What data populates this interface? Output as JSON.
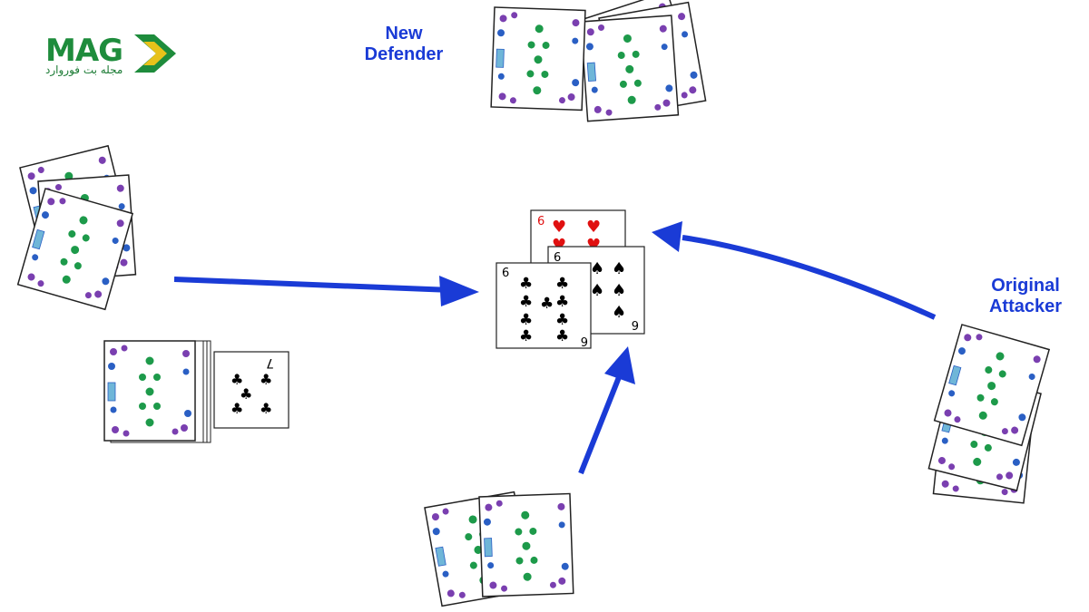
{
  "logo": {
    "main": "MAG",
    "sub": "مجله بت فوروارد",
    "colors": {
      "green": "#1e8c3c",
      "yellow": "#e8c21a"
    }
  },
  "labels": {
    "new_defender": [
      "New",
      "Defender"
    ],
    "original_attacker": [
      "Original",
      "Attacker"
    ]
  },
  "table_cards": [
    {
      "rank": "6",
      "suit": "hearts",
      "color": "#e01010"
    },
    {
      "rank": "6",
      "suit": "spades",
      "color": "#000000"
    },
    {
      "rank": "6",
      "suit": "clubs",
      "color": "#000000"
    }
  ],
  "trump_card": {
    "rank": "7",
    "suit": "clubs",
    "color": "#000000"
  },
  "colors": {
    "arrow": "#1a3bd6",
    "card_border": "#222222",
    "back_green": "#1d9a4a",
    "back_purple": "#7a3fb0",
    "back_blue": "#2a5fc4"
  }
}
